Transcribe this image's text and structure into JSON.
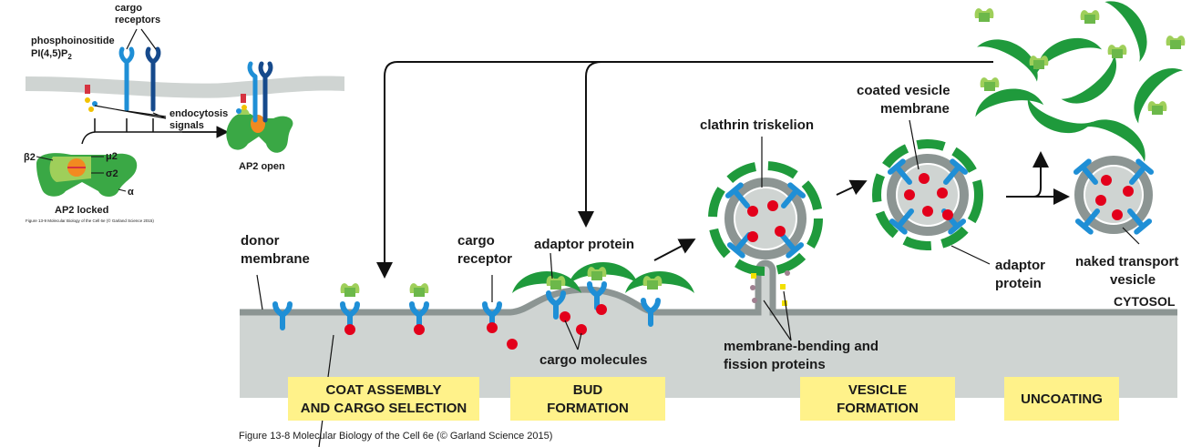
{
  "inset": {
    "phosphoinositide": "phosphoinositide",
    "pip2": "PI(4,5)P",
    "pip2_sub": "2",
    "cargo_receptors_1": "cargo",
    "cargo_receptors_2": "receptors",
    "endocytosis_1": "endocytosis",
    "endocytosis_2": "signals",
    "beta2": "β2",
    "mu2": "μ2",
    "sigma2": "σ2",
    "alpha": "α",
    "ap2_locked": "AP2 locked",
    "ap2_open": "AP2 open",
    "caption": "Figure 13-9 Molecular Biology of the Cell 6e (© Garland Science 2015)"
  },
  "labels": {
    "donor_1": "donor",
    "donor_2": "membrane",
    "cargo_receptor_1": "cargo",
    "cargo_receptor_2": "receptor",
    "adaptor_protein": "adaptor protein",
    "cargo_molecules": "cargo molecules",
    "clathrin_triskelion": "clathrin triskelion",
    "coated_vesicle_1": "coated vesicle",
    "coated_vesicle_2": "membrane",
    "adaptor_2_1": "adaptor",
    "adaptor_2_2": "protein",
    "naked_1": "naked transport",
    "naked_2": "vesicle",
    "cytosol": "CYTOSOL",
    "bending_1": "membrane-bending and",
    "bending_2": "fission proteins"
  },
  "stages": {
    "coat_1": "COAT ASSEMBLY",
    "coat_2": "AND CARGO SELECTION",
    "bud_1": "BUD",
    "bud_2": "FORMATION",
    "vesicle_1": "VESICLE",
    "vesicle_2": "FORMATION",
    "uncoating": "UNCOATING"
  },
  "caption": "Figure 13-8  Molecular Biology of the Cell 6e (© Garland Science 2015)",
  "colors": {
    "clathrin": "#1f9a3c",
    "adaptor_light": "#9fcf5a",
    "receptor_blue": "#1f8fd6",
    "receptor_dark": "#164a8c",
    "cargo_red": "#e3001b",
    "membrane": "#8c9593",
    "cytoplasm_bg": "#cfd4d2",
    "stage_yellow": "#fff28a"
  }
}
